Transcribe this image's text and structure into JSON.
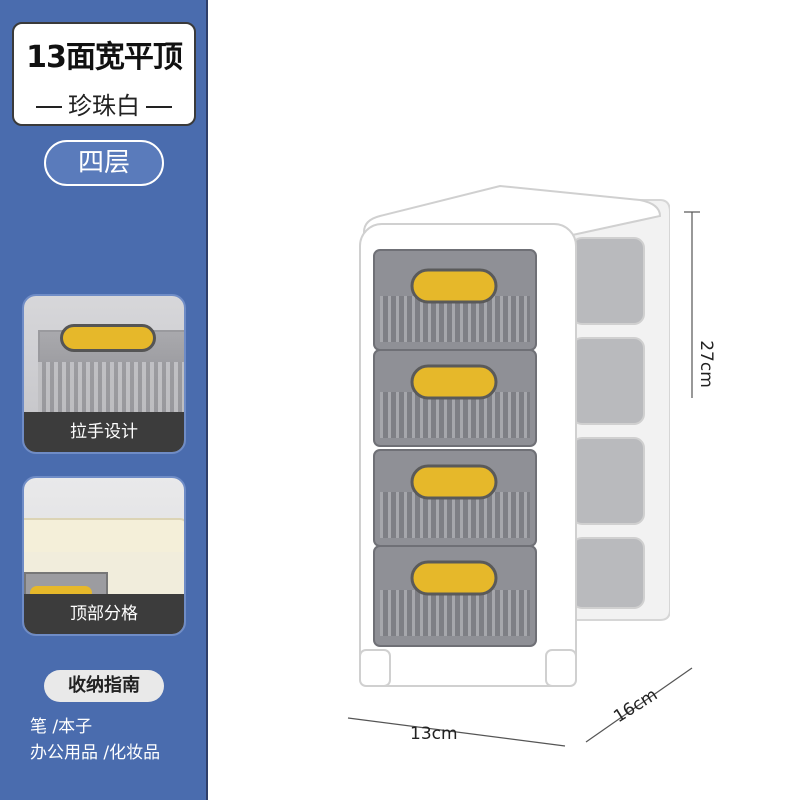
{
  "sidebar": {
    "title": "13面宽平顶",
    "subtitle": "珍珠白",
    "layers_label": "四层",
    "thumbnails": [
      {
        "caption": "拉手设计"
      },
      {
        "caption": "顶部分格"
      }
    ],
    "guide_label": "收纳指南",
    "uses_line1": "笔 /本子",
    "uses_line2": "办公用品 /化妆品"
  },
  "dimensions": {
    "height": "27cm",
    "width": "13cm",
    "depth": "16cm"
  },
  "colors": {
    "sidebar_bg": "#4a6cae",
    "handle": "#e6b82a",
    "drawer": "#8f9096",
    "frame": "#ffffff"
  }
}
